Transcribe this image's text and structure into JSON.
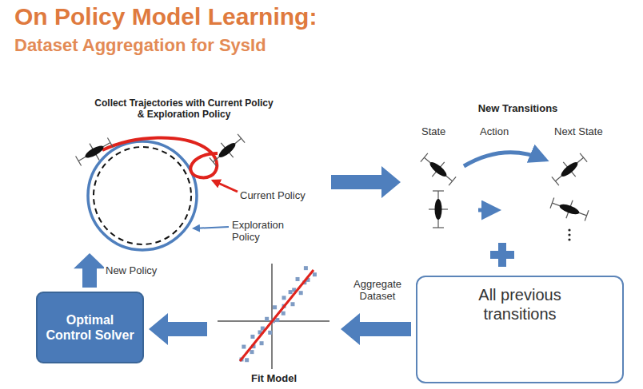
{
  "diagram": {
    "title": "On Policy Model Learning:",
    "nodes": [
      {
        "text": [
          "Collect Trajectories with Current Policy & Exploration Policy"
        ]
      },
      {
        "text": [
          "New Transitions"
        ]
      },
      {
        "text": [
          "All previous transitions"
        ]
      },
      {
        "text": [
          "Fit Model"
        ]
      },
      {
        "text": [
          "Optimal Control Solver"
        ]
      }
    ],
    "edges": [
      {
        "from": 0,
        "to": 1,
        "arrow": "to"
      },
      {
        "from": 2,
        "to": 3,
        "label": "Aggregate Dataset",
        "arrow": "to"
      },
      {
        "from": 3,
        "to": 4,
        "arrow": "to"
      },
      {
        "from": 4,
        "to": 0,
        "label": "New Policy",
        "arrow": "to"
      }
    ],
    "labels": [
      "Dataset Aggregation for SysId",
      "Current Policy",
      "Exploration Policy",
      "State",
      "Action",
      "Next State"
    ]
  }
}
